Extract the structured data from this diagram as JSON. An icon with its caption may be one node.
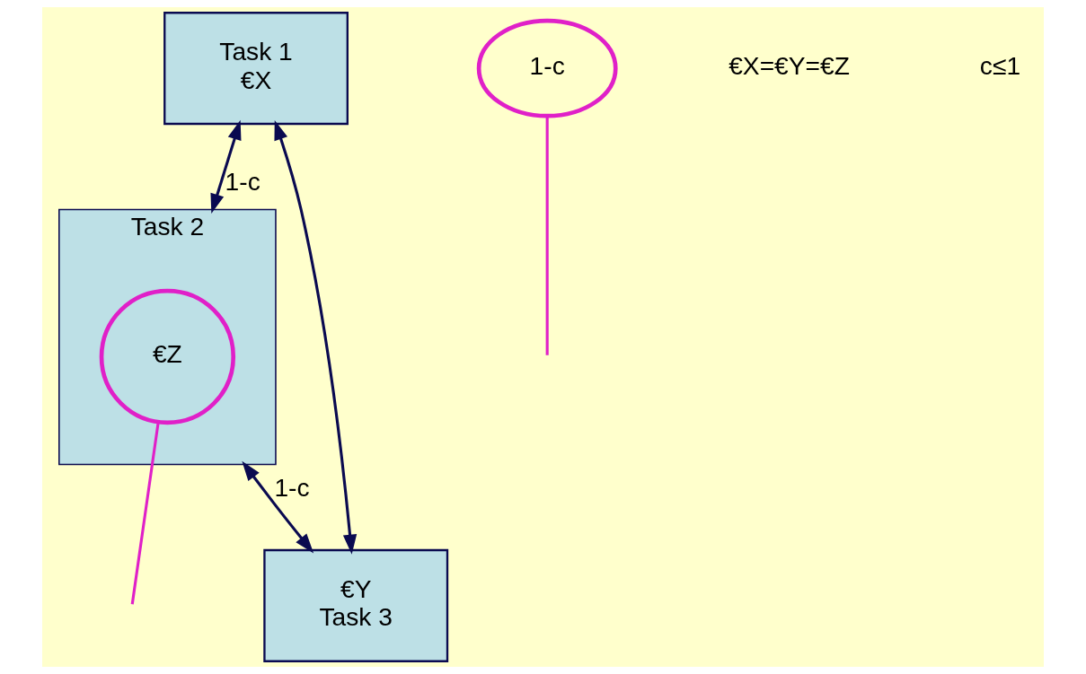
{
  "diagram": {
    "nodes": [
      {
        "text": [
          "Task 1",
          "€X"
        ]
      },
      {
        "text": [
          "Task 2"
        ]
      },
      {
        "text": [
          "€Z"
        ],
        "in": 1
      },
      {
        "text": [
          "1-c"
        ]
      },
      {
        "text": [
          "€Y",
          "Task 3"
        ]
      }
    ],
    "edges": [
      {
        "from": 0,
        "to": 1,
        "arrow": "both",
        "label": "1-c"
      },
      {
        "from": 0,
        "to": 4,
        "arrow": "both"
      },
      {
        "from": 1,
        "to": 4,
        "arrow": "both",
        "label": "1-c"
      },
      {
        "from": 2,
        "to": null,
        "arrow": "none",
        "color": "#e020c8"
      },
      {
        "from": 3,
        "to": null,
        "arrow": "none",
        "color": "#e020c8"
      }
    ],
    "labels": [
      "€X=€Y=€Z",
      "c≤1"
    ]
  }
}
